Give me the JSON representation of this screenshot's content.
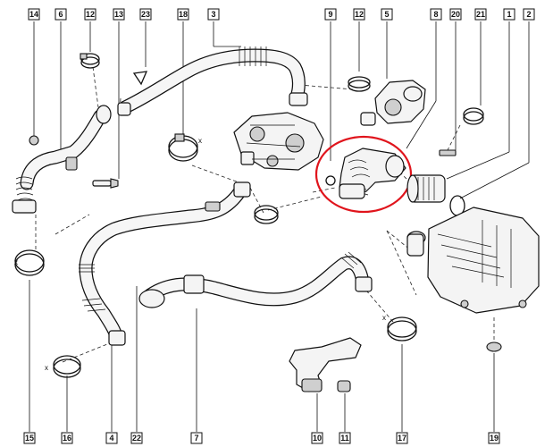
{
  "top_callouts": [
    "14",
    "6",
    "12",
    "13",
    "23",
    "18",
    "3",
    "9",
    "12",
    "5",
    "8",
    "20",
    "21",
    "1",
    "2"
  ],
  "bottom_callouts": [
    "15",
    "16",
    "4",
    "22",
    "7",
    "10",
    "11",
    "17",
    "19"
  ],
  "dimension_marks": [
    "x",
    "x",
    "x",
    "x"
  ],
  "highlight": {
    "part": "9",
    "color": "#e0141c"
  }
}
